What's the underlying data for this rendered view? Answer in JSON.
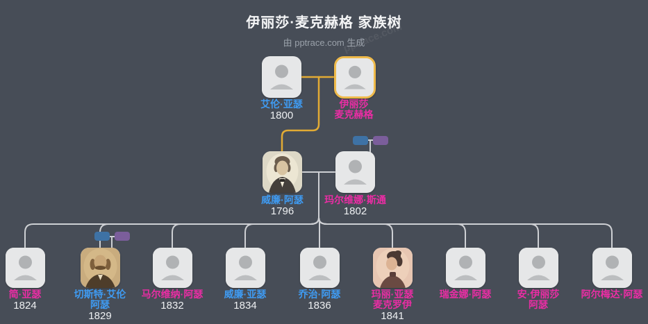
{
  "header": {
    "title": "伊丽莎·麦克赫格 家族树",
    "subtitle": "由 pptrace.com 生成",
    "watermark": "pptrace.com"
  },
  "palette": {
    "background": "#474d57",
    "male_name": "#3f9bf2",
    "female_name": "#ea2da4",
    "year_text": "#eef0f2",
    "highlight_gold": "#efba4a",
    "gold_connector": "#e2ab34",
    "gray_connector": "#d6d8db",
    "card_fill": "#e8e9ea",
    "badge_blue": "#3e72a5",
    "badge_purple": "#7b5e9b"
  },
  "people": [
    {
      "id": "alan-arthur",
      "row": 1,
      "col": 0,
      "name_lines": [
        "艾伦·亚瑟"
      ],
      "year": "1800",
      "gender": "male",
      "portrait": "placeholder",
      "highlighted": false,
      "badge": null
    },
    {
      "id": "eliza-macharg",
      "row": 1,
      "col": 1,
      "name_lines": [
        "伊丽莎",
        "麦克赫格"
      ],
      "year": "",
      "gender": "female",
      "portrait": "placeholder",
      "highlighted": true,
      "badge": null
    },
    {
      "id": "william-arthur",
      "row": 2,
      "col": 0,
      "name_lines": [
        "威廉·阿瑟"
      ],
      "year": "1796",
      "gender": "male",
      "portrait": "photo-engraving-man",
      "highlighted": false,
      "badge": null
    },
    {
      "id": "malvina-stone",
      "row": 2,
      "col": 1,
      "name_lines": [
        "玛尔维娜·斯通"
      ],
      "year": "1802",
      "gender": "female",
      "portrait": "placeholder",
      "highlighted": false,
      "badge": "collapsed-parents"
    },
    {
      "id": "jane-arthur",
      "row": 3,
      "col": 0,
      "name_lines": [
        "简·亚瑟"
      ],
      "year": "1824",
      "gender": "female",
      "portrait": "placeholder",
      "highlighted": false,
      "badge": null
    },
    {
      "id": "chester-alan-arthur",
      "row": 3,
      "col": 1,
      "name_lines": [
        "切斯特·艾伦",
        "阿瑟"
      ],
      "year": "1829",
      "gender": "male",
      "portrait": "photo-sepia-man",
      "highlighted": false,
      "badge": "collapsed-parents"
    },
    {
      "id": "malvina-arthur",
      "row": 3,
      "col": 2,
      "name_lines": [
        "马尔维纳·阿瑟"
      ],
      "year": "1832",
      "gender": "female",
      "portrait": "placeholder",
      "highlighted": false,
      "badge": null
    },
    {
      "id": "william-arthur-jr",
      "row": 3,
      "col": 3,
      "name_lines": [
        "威廉·亚瑟"
      ],
      "year": "1834",
      "gender": "male",
      "portrait": "placeholder",
      "highlighted": false,
      "badge": null
    },
    {
      "id": "george-arthur",
      "row": 3,
      "col": 4,
      "name_lines": [
        "乔治·阿瑟"
      ],
      "year": "1836",
      "gender": "male",
      "portrait": "placeholder",
      "highlighted": false,
      "badge": null
    },
    {
      "id": "mary-arthur-mcelroy",
      "row": 3,
      "col": 5,
      "name_lines": [
        "玛丽·亚瑟",
        "麦克罗伊"
      ],
      "year": "1841",
      "gender": "female",
      "portrait": "photo-sepia-woman",
      "highlighted": false,
      "badge": null
    },
    {
      "id": "regina-arthur",
      "row": 3,
      "col": 6,
      "name_lines": [
        "瑞金娜·阿瑟"
      ],
      "year": "",
      "gender": "female",
      "portrait": "placeholder",
      "highlighted": false,
      "badge": null
    },
    {
      "id": "ann-eliza-arthur",
      "row": 3,
      "col": 7,
      "name_lines": [
        "安·伊丽莎",
        "阿瑟"
      ],
      "year": "",
      "gender": "female",
      "portrait": "placeholder",
      "highlighted": false,
      "badge": null
    },
    {
      "id": "almeda-arthur",
      "row": 3,
      "col": 8,
      "name_lines": [
        "阿尔梅达·阿瑟"
      ],
      "year": "",
      "gender": "female",
      "portrait": "placeholder",
      "highlighted": false,
      "badge": null
    }
  ]
}
